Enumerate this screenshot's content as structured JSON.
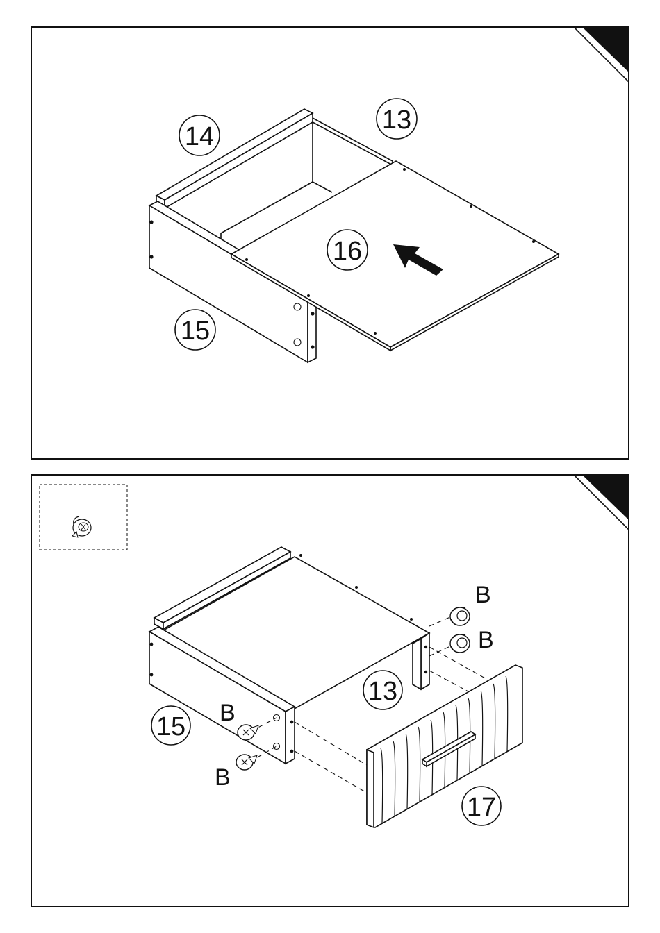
{
  "steps": [
    {
      "callouts": {
        "p14": "14",
        "p13": "13",
        "p16": "16",
        "p15": "15"
      }
    },
    {
      "callouts": {
        "p13": "13",
        "p15": "15",
        "p17": "17"
      },
      "hardware_label": "B"
    }
  ],
  "colors": {
    "ink": "#111111",
    "paper": "#ffffff"
  }
}
